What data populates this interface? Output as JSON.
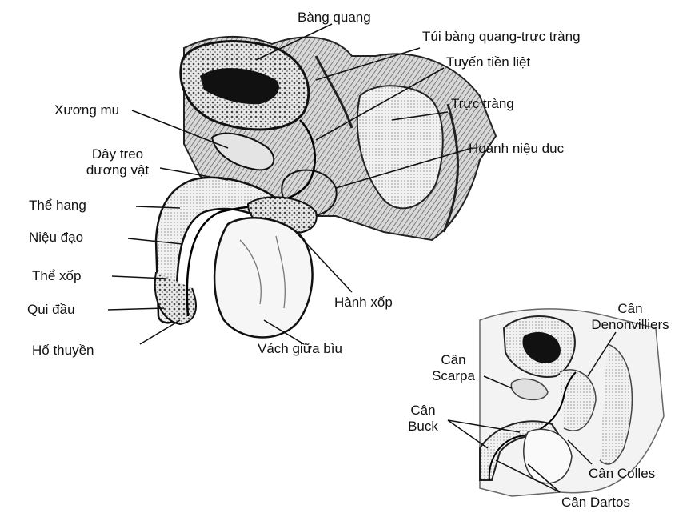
{
  "labels": {
    "bang_quang": "Bàng quang",
    "tui_bang_quang_truc_trang": "Túi bàng quang-trực tràng",
    "tuyen_tien_liet": "Tuyến tiền liệt",
    "xuong_mu": "Xương mu",
    "truc_trang": "Trực tràng",
    "day_treo_1": "Dây treo",
    "day_treo_2": "dương vật",
    "hoanh_nieu_duc": "Hoành niệu dục",
    "the_hang": "Thể hang",
    "nieu_dao": "Niệu đạo",
    "the_xop": "Thể xốp",
    "hanh_xop": "Hành xốp",
    "qui_dau": "Qui đầu",
    "ho_thuyen": "Hố thuyền",
    "vach_giua_biu": "Vách giữa bìu"
  },
  "inset_labels": {
    "can_denonvilliers_1": "Cân",
    "can_denonvilliers_2": "Denonvilliers",
    "can_scarpa_1": "Cân",
    "can_scarpa_2": "Scarpa",
    "can_buck_1": "Cân",
    "can_buck_2": "Buck",
    "can_colles": "Cân Colles",
    "can_dartos": "Cân Dartos"
  }
}
